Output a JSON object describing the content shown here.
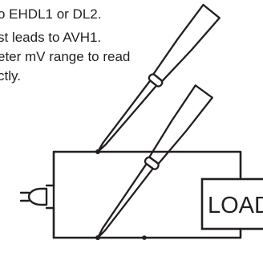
{
  "instructions": {
    "line1": "o EHDL1 or DL2.",
    "line2": "st leads to AVH1.",
    "line3": "eter mV range to read",
    "line4": "ctly."
  },
  "load_label": "LOAD",
  "icons": {
    "probe_top": "test-probe-icon",
    "probe_bottom": "test-probe-icon",
    "plug": "power-plug-icon"
  },
  "colors": {
    "ink": "#231f20",
    "background": "#ffffff"
  }
}
